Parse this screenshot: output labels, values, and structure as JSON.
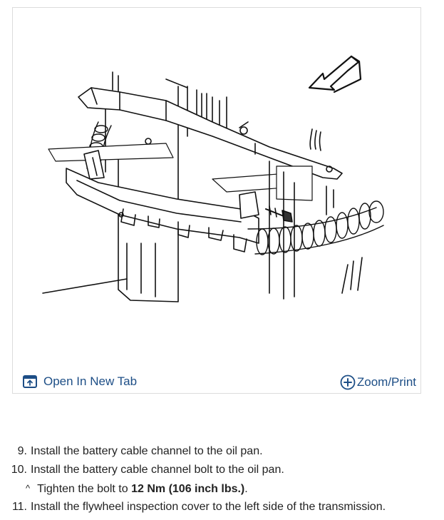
{
  "figure": {
    "open_tab_label": "Open In New Tab",
    "zoom_label": "Zoom/Print",
    "link_color": "#1d4e86",
    "icons": [
      "open-in-new-tab-icon",
      "zoom-plus-icon"
    ]
  },
  "steps": [
    {
      "num": "9.",
      "text": "Install the battery cable channel to the oil pan."
    },
    {
      "num": "10.",
      "text": "Install the battery cable channel bolt to the oil pan."
    },
    {
      "num": "11.",
      "text": "Install the flywheel inspection cover to the left side of the transmission."
    }
  ],
  "substep": {
    "caret": "^",
    "prefix": "Tighten the bolt to ",
    "bold": "12 Nm (106 inch lbs.)",
    "suffix": "."
  }
}
